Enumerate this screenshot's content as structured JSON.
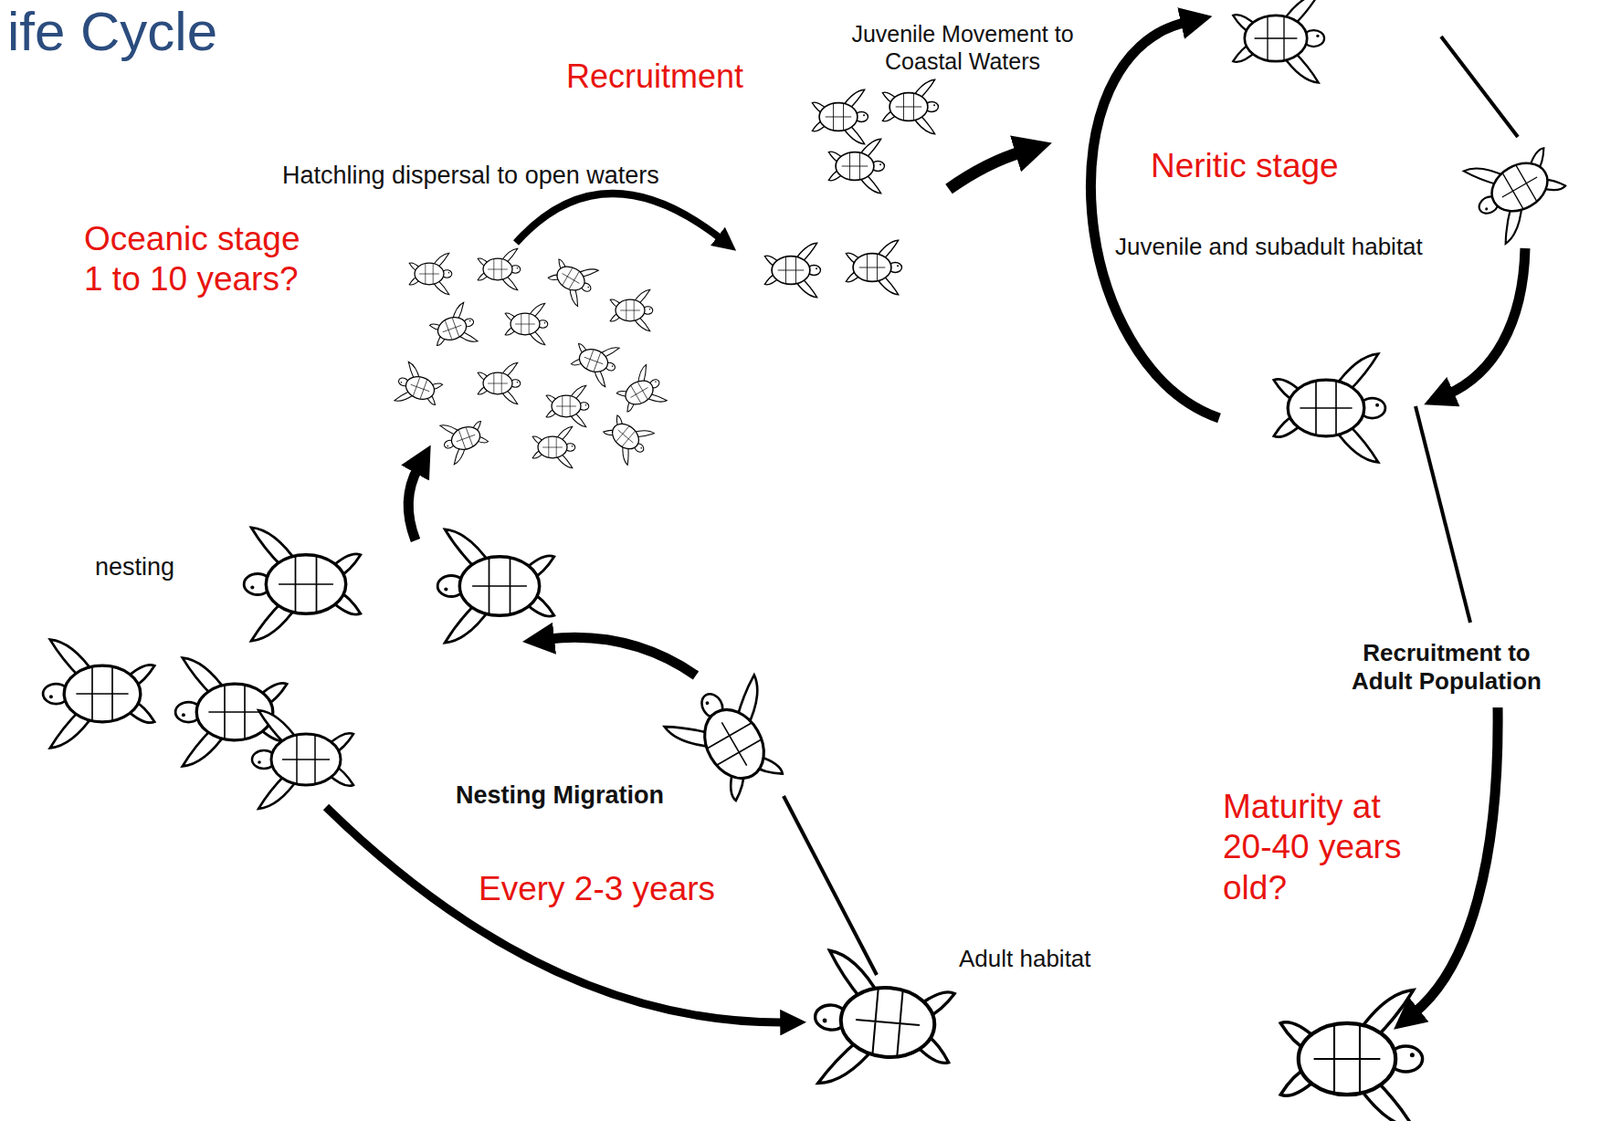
{
  "diagram": {
    "title": "ife Cycle",
    "labels": [
      "Juvenile Movement to Coastal Waters",
      "Recruitment",
      "Neritic stage",
      "Hatchling dispersal to open waters",
      "Juvenile and subadult habitat",
      "Oceanic stage 1 to 10 years?",
      "nesting",
      "Recruitment to Adult Population",
      "Nesting Migration",
      "Every 2-3 years",
      "Maturity at 20-40 years old?",
      "Adult habitat"
    ]
  }
}
